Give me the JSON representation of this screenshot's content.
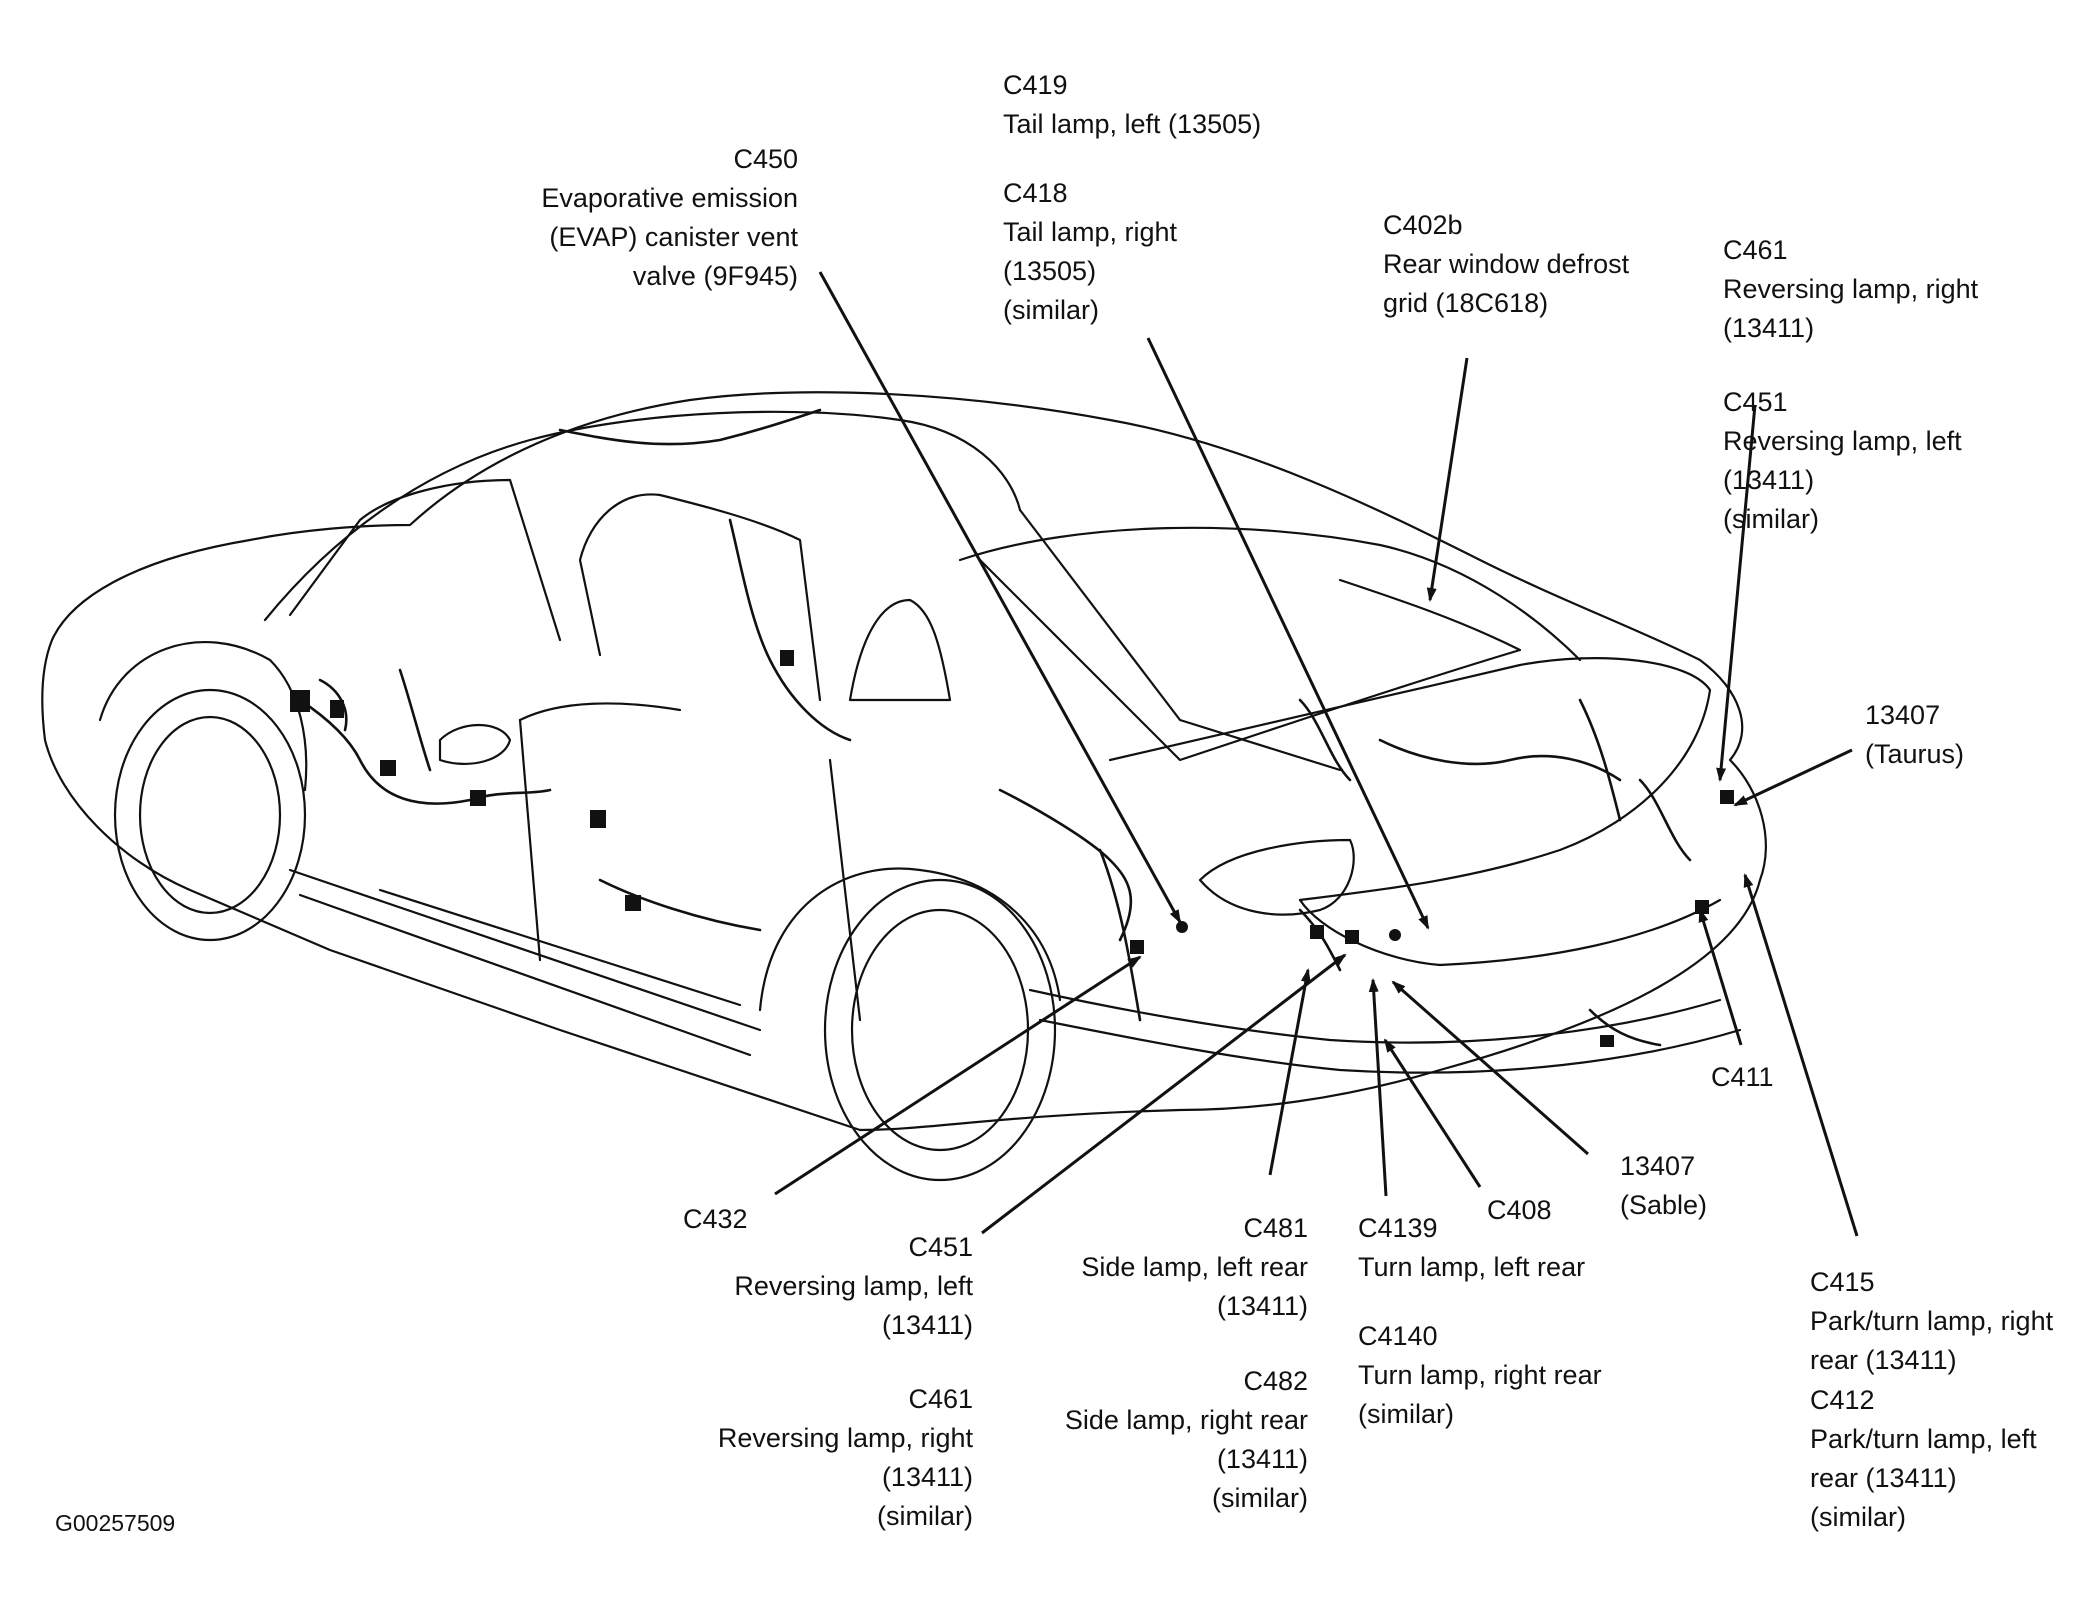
{
  "figure_id": "G00257509",
  "callouts": {
    "c419": {
      "code": "C419",
      "desc": "Tail lamp, left (13505)"
    },
    "c418": {
      "code": "C418",
      "line1": "Tail lamp, right",
      "line2": "(13505)",
      "line3": "(similar)"
    },
    "c450": {
      "code": "C450",
      "line1": "Evaporative emission",
      "line2": "(EVAP) canister vent",
      "line3": "valve (9F945)"
    },
    "c402b": {
      "code": "C402b",
      "line1": "Rear window defrost",
      "line2": "grid (18C618)"
    },
    "c461_top": {
      "code": "C461",
      "line1": "Reversing lamp, right",
      "line2": "(13411)"
    },
    "c451_top": {
      "code": "C451",
      "line1": "Reversing lamp, left",
      "line2": "(13411)",
      "line3": "(similar)"
    },
    "taurus": {
      "code": "13407",
      "line1": "(Taurus)"
    },
    "c411": {
      "code": "C411"
    },
    "c432": {
      "code": "C432"
    },
    "c451_bottom": {
      "code": "C451",
      "line1": "Reversing lamp, left",
      "line2": "(13411)"
    },
    "c461_bottom": {
      "code": "C461",
      "line1": "Reversing lamp, right",
      "line2": "(13411)",
      "line3": "(similar)"
    },
    "c481": {
      "code": "C481",
      "line1": "Side lamp, left rear",
      "line2": "(13411)"
    },
    "c482": {
      "code": "C482",
      "line1": "Side lamp, right rear",
      "line2": "(13411)",
      "line3": "(similar)"
    },
    "c4139": {
      "code": "C4139",
      "line1": "Turn lamp, left rear"
    },
    "c4140": {
      "code": "C4140",
      "line1": "Turn lamp, right rear",
      "line2": "(similar)"
    },
    "c408": {
      "code": "C408"
    },
    "sable": {
      "code": "13407",
      "line1": "(Sable)"
    },
    "c415": {
      "code": "C415",
      "line1": "Park/turn lamp, right",
      "line2": "rear (13411)"
    },
    "c412": {
      "code": "C412",
      "line1": "Park/turn lamp, left",
      "line2": "rear (13411)",
      "line3": "(similar)"
    }
  }
}
